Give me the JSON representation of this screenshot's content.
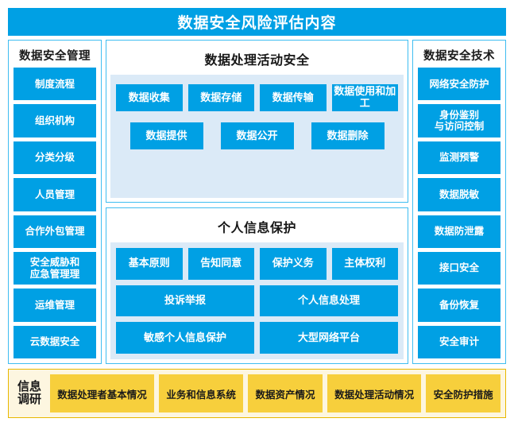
{
  "header": {
    "title": "数据安全风险评估内容",
    "bg_color": "#00a0e4",
    "text_color": "#ffffff"
  },
  "colors": {
    "chip_blue": "#00a0e4",
    "panel_border": "#3fbdf1",
    "inner_bg": "#dbeaf7",
    "chip_yellow": "#f7cf3c",
    "bar_bg": "#fdf6e0",
    "bar_border": "#e8b800"
  },
  "left_column": {
    "title": "数据安全管理",
    "items": [
      {
        "label": "制度流程"
      },
      {
        "label": "组织机构"
      },
      {
        "label": "分类分级"
      },
      {
        "label": "人员管理"
      },
      {
        "label": "合作外包管理"
      },
      {
        "label": "安全威胁和\n应急管理理"
      },
      {
        "label": "运维管理"
      },
      {
        "label": "云数据安全"
      }
    ]
  },
  "right_column": {
    "title": "数据安全技术",
    "items": [
      {
        "label": "网络安全防护"
      },
      {
        "label": "身份鉴别\n与访问控制"
      },
      {
        "label": "监测预警"
      },
      {
        "label": "数据脱敏"
      },
      {
        "label": "数据防泄露"
      },
      {
        "label": "接口安全"
      },
      {
        "label": "备份恢复"
      },
      {
        "label": "安全审计"
      }
    ]
  },
  "center_top_panel": {
    "title": "数据处理活动安全",
    "row1": [
      {
        "label": "数据收集"
      },
      {
        "label": "数据存储"
      },
      {
        "label": "数据传输"
      },
      {
        "label": "数据使用和加工"
      }
    ],
    "row2": [
      {
        "label": "数据提供"
      },
      {
        "label": "数据公开"
      },
      {
        "label": "数据删除"
      }
    ]
  },
  "center_bottom_panel": {
    "title": "个人信息保护",
    "row1": [
      {
        "label": "基本原则"
      },
      {
        "label": "告知同意"
      },
      {
        "label": "保护义务"
      },
      {
        "label": "主体权利"
      }
    ],
    "row2": [
      {
        "label": "投诉举报"
      },
      {
        "label": "个人信息处理"
      }
    ],
    "row3": [
      {
        "label": "敏感个人信息保护"
      },
      {
        "label": "大型网络平台"
      }
    ]
  },
  "bottom_bar": {
    "label": "信息\n调研",
    "items": [
      {
        "label": "数据处理者基本情况"
      },
      {
        "label": "业务和信息系统"
      },
      {
        "label": "数据资产情况"
      },
      {
        "label": "数据处理活动情况"
      },
      {
        "label": "安全防护措施"
      }
    ]
  }
}
